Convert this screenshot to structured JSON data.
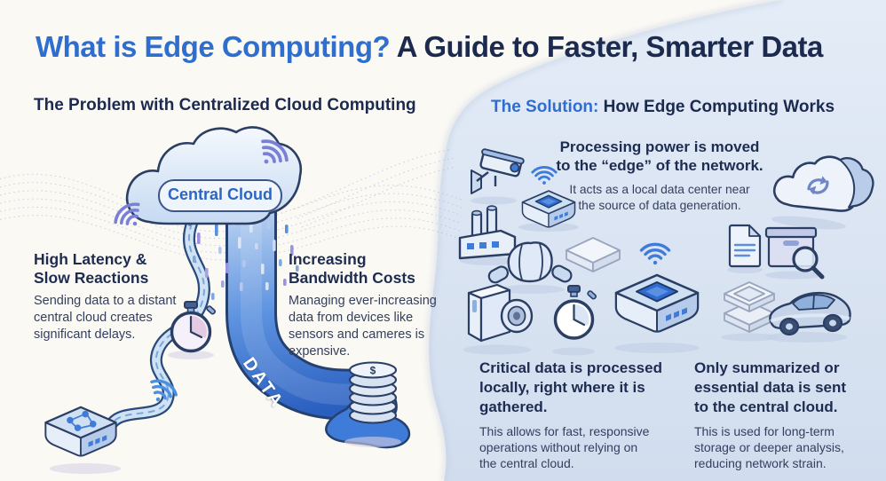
{
  "title": {
    "highlight": "What is Edge Computing?",
    "rest": " A Guide to Faster, Smarter Data"
  },
  "problem": {
    "heading": "The Problem with Centralized Cloud Computing",
    "cloud_label": "Central Cloud",
    "pipe_label": "DATA",
    "coin_symbol": "$",
    "cards": [
      {
        "title": "High Latency &\nSlow Reactions",
        "body": "Sending data to a distant\ncentral cloud creates\nsignificant delays."
      },
      {
        "title": "Increasing\nBandwidth Costs",
        "body": "Managing ever-increasing\ndata from devices like\nsensors and cameres is\nexpensive."
      }
    ]
  },
  "solution": {
    "heading_highlight": "The Solution:",
    "heading_rest": " How Edge Computing Works",
    "points": [
      {
        "title": "Processing power is moved\nto the “edge” of the network.",
        "body": "It acts as a local data center near\nthe source of data generation."
      },
      {
        "title": "Critical data is processed\nlocally, right where it is\ngathered.",
        "body": "This allows for fast, responsive\noperations without relying on\nthe central cloud."
      },
      {
        "title": "Only summarized or\nessential data is sent\nto the central cloud.",
        "body": "This is used for long-term\nstorage or deeper analysis,\nreducing network strain."
      }
    ],
    "icons": [
      "cctv-camera-icon",
      "edge-device-icon",
      "factory-icon",
      "iot-sensor-icon",
      "white-box-icon",
      "camera-icon",
      "stopwatch-icon",
      "edge-device-large-icon",
      "cloud-sync-icon",
      "document-icon",
      "archive-search-icon",
      "layer-stack-icon",
      "car-icon",
      "wifi-icon"
    ]
  },
  "colors": {
    "accent_blue": "#2d6ecf",
    "navy_text": "#1b2a4e",
    "panel_blue": "#dbe4f2",
    "pipe_blue": "#3a74d4",
    "outline_navy": "#2b3e63",
    "left_background": "#fbf9f4"
  }
}
